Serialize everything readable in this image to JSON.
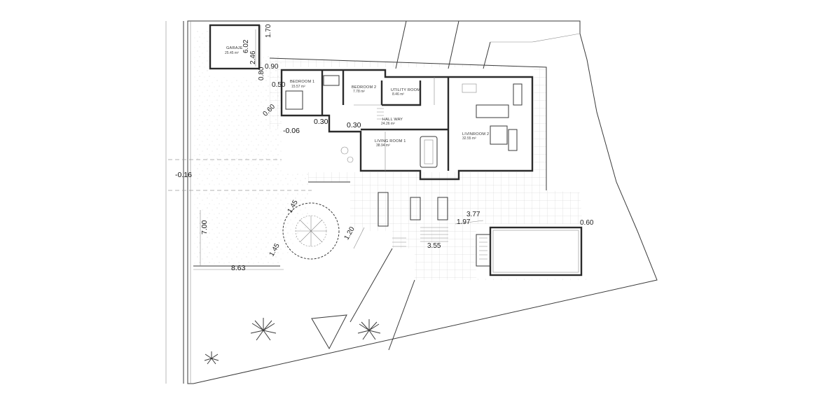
{
  "rooms": {
    "garage": {
      "name": "GARAJE",
      "area": "25.45 m²"
    },
    "bedroom1": {
      "name": "BEDROOM 1",
      "area": "15.57 m²"
    },
    "bedroom2": {
      "name": "BEDROOM 2",
      "area": "7.78 m²"
    },
    "utility": {
      "name": "UTILITY ROOM",
      "area": "8.46 m²"
    },
    "hallway": {
      "name": "HALL WAY",
      "area": "24.26 m²"
    },
    "living1": {
      "name": "LIVING ROOM 1",
      "area": "38.94 m²"
    },
    "living2": {
      "name": "LIVINROOM 2",
      "area": "32.55 m²"
    }
  },
  "dimensions": {
    "d602": "6.02",
    "d246": "2.46",
    "d090": "0.90",
    "d080": "0.80",
    "d050": "0.50",
    "d060a": "0.60",
    "d030a": "0.30",
    "d030b": "0.30",
    "dm006": "-0.06",
    "dm016": "-0.16",
    "d700": "7.00",
    "d863": "8.63",
    "d377": "3.77",
    "d197": "1.97",
    "d355": "3.55",
    "d060b": "0.60",
    "d145a": "1.45",
    "d145b": "1.45",
    "d120": "1.20",
    "d170": "1.70"
  }
}
